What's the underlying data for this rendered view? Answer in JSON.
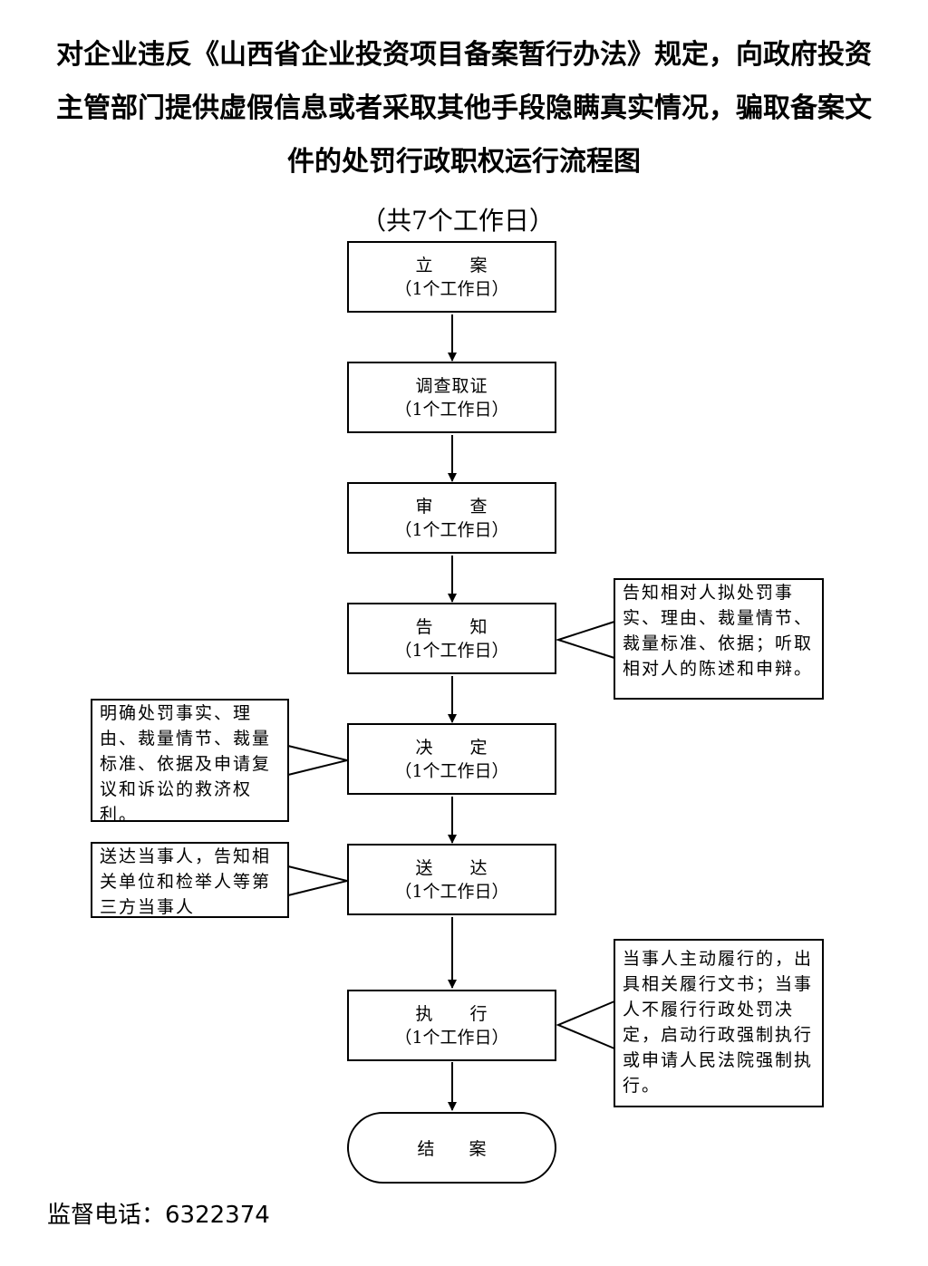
{
  "title": {
    "line1": "对企业违反《山西省企业投资项目备案暂行办法》规定，向政府投资",
    "line2": "主管部门提供虚假信息或者采取其他手段隐瞒真实情况，骗取备案文",
    "line3": "件的处罚行政职权运行流程图"
  },
  "subtitle": "（共7个工作日）",
  "steps": [
    {
      "name": "立　　案",
      "days": "（1个工作日）"
    },
    {
      "name": "调查取证",
      "days": "（1个工作日）"
    },
    {
      "name": "审　　查",
      "days": "（1个工作日）"
    },
    {
      "name": "告　　知",
      "days": "（1个工作日）"
    },
    {
      "name": "决　　定",
      "days": "（1个工作日）"
    },
    {
      "name": "送　　达",
      "days": "（1个工作日）"
    },
    {
      "name": "执　　行",
      "days": "（1个工作日）"
    }
  ],
  "end": "结　　案",
  "notes": {
    "inform": "告知相对人拟处罚事实、理由、裁量情节、裁量标准、依据；听取相对人的陈述和申辩。",
    "decide": "明确处罚事实、理由、裁量情节、裁量标准、依据及申请复议和诉讼的救济权利。",
    "deliver": "送达当事人，告知相关单位和检举人等第三方当事人",
    "execute": "当事人主动履行的，出具相关履行文书；当事人不履行行政处罚决定，启动行政强制执行或申请人民法院强制执行。"
  },
  "footer": "监督电话：6322374"
}
